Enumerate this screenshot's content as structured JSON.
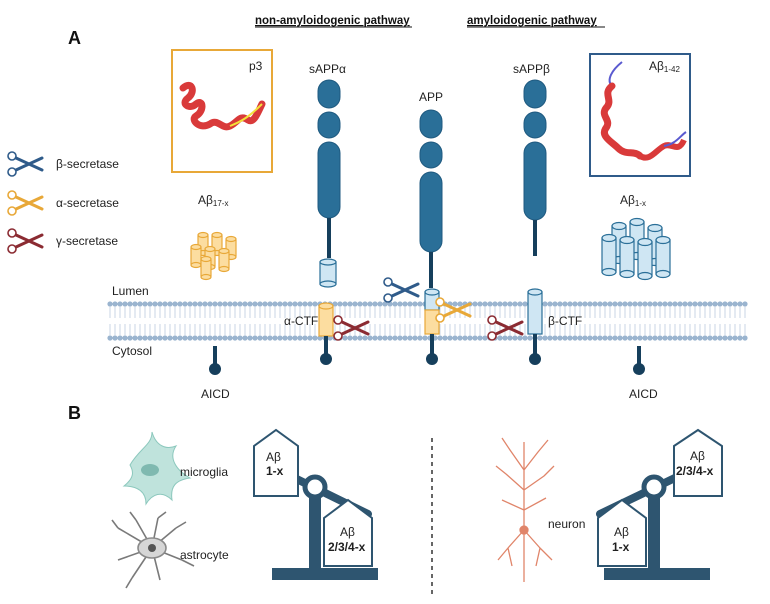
{
  "panels": {
    "a": "A",
    "b": "B"
  },
  "titles": {
    "non_amyloidogenic": "non-amyloidogenic pathway",
    "amyloidogenic": "amyloidogenic pathway"
  },
  "legend": [
    {
      "label": "β-secretase",
      "color": "#2f5b8a"
    },
    {
      "label": "α-secretase",
      "color": "#e8a838"
    },
    {
      "label": "γ-secretase",
      "color": "#8b2b32"
    }
  ],
  "peptides": {
    "p3": "p3",
    "abeta_full_main": "Aβ",
    "abeta_full_sub": "1-42",
    "abeta_17_main": "Aβ",
    "abeta_17_sub": "17-x",
    "abeta_1x_main": "Aβ",
    "abeta_1x_sub": "1-x"
  },
  "fragments": {
    "sappa": "sAPPα",
    "app": "APP",
    "sappb": "sAPPβ",
    "actf": "α-CTF",
    "bctf": "β-CTF",
    "aicd_left": "AICD",
    "aicd_right": "AICD"
  },
  "membrane": {
    "lumen": "Lumen",
    "cytosol": "Cytosol"
  },
  "cells": {
    "microglia": "microglia",
    "astrocyte": "astrocyte",
    "neuron": "neuron"
  },
  "scales": {
    "left_high": {
      "top": "Aβ",
      "bottom": "1-x"
    },
    "left_low": {
      "top": "Aβ",
      "bottom": "2/3/4-x"
    },
    "right_high": {
      "top": "Aβ",
      "bottom": "2/3/4-x"
    },
    "right_low": {
      "top": "Aβ",
      "bottom": "1-x"
    }
  },
  "colors": {
    "protein": "#2a6f98",
    "protein_dark": "#163f5c",
    "alpha": "#e8a838",
    "alpha_fill": "#fcdda0",
    "beta": "#2f5b8a",
    "gamma": "#8b2b32",
    "light_cyl": "#cfe6f3",
    "membrane": "#9ab4cf",
    "scale": "#2e5570",
    "red_text": "#d32020"
  }
}
